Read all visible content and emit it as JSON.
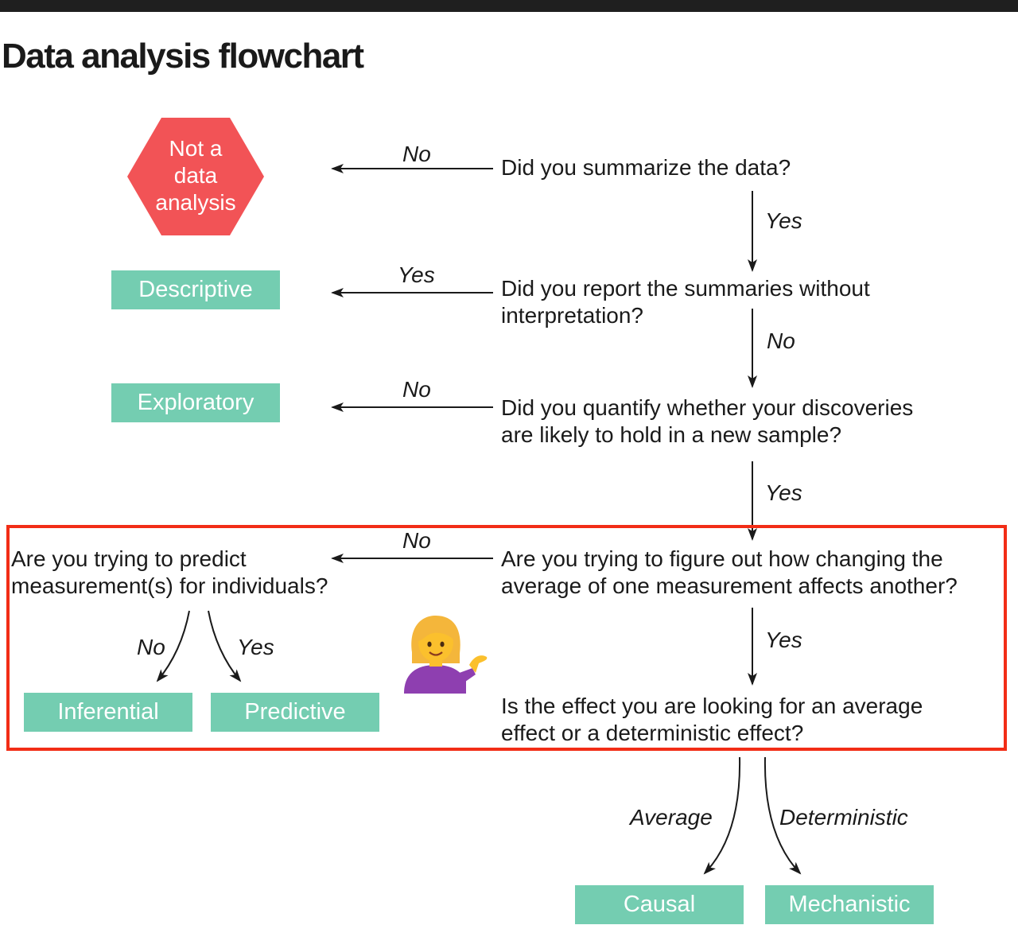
{
  "title": "Data analysis flowchart",
  "colors": {
    "terminal_fill": "#74cdb1",
    "not_analysis_fill": "#f25356",
    "highlight_border": "#f22d16",
    "top_bar": "#1f1f1f"
  },
  "nodes": {
    "not_analysis": "Not a\ndata\nanalysis",
    "q1": "Did you summarize the data?",
    "q2": "Did you report the summaries without\ninterpretation?",
    "q3": "Did you quantify whether your discoveries\nare likely to hold in a new sample?",
    "q4": "Are you trying to figure out how changing the\naverage of one measurement affects another?",
    "q5": "Are you trying to predict\nmeasurement(s) for individuals?",
    "q6": "Is the effect you are looking for an average\neffect or a deterministic effect?",
    "descriptive": "Descriptive",
    "exploratory": "Exploratory",
    "inferential": "Inferential",
    "predictive": "Predictive",
    "causal": "Causal",
    "mechanistic": "Mechanistic"
  },
  "edge_labels": {
    "q1_no": "No",
    "q1_yes": "Yes",
    "q2_yes": "Yes",
    "q2_no": "No",
    "q3_no": "No",
    "q3_yes": "Yes",
    "q4_no": "No",
    "q4_yes": "Yes",
    "q5_no": "No",
    "q5_yes": "Yes",
    "q6_average": "Average",
    "q6_deterministic": "Deterministic"
  },
  "emoji": "person-tipping-hand-icon"
}
